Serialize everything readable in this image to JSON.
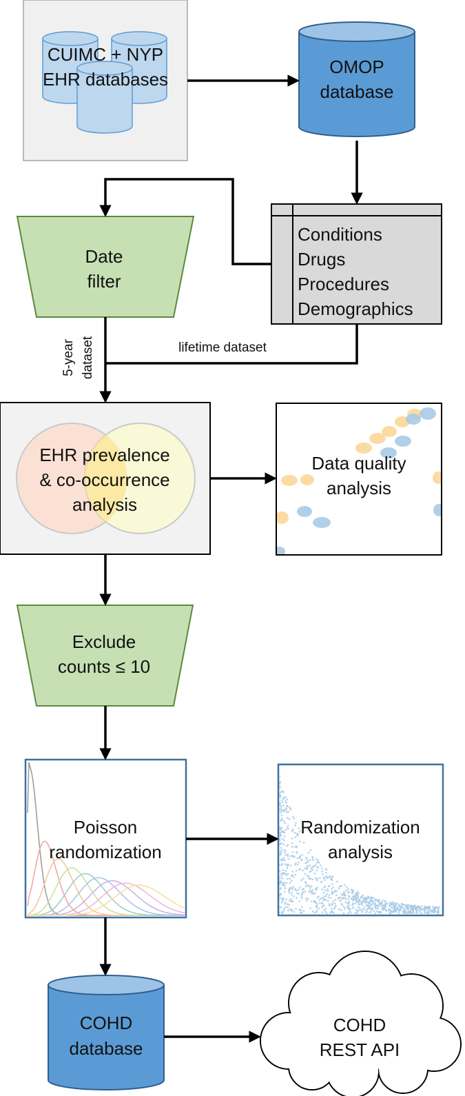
{
  "source_box": {
    "line1": "CUIMC + NYP",
    "line2": "EHR databases"
  },
  "omop_db": {
    "line1": "OMOP",
    "line2": "database"
  },
  "omop_tables": {
    "items": [
      "Conditions",
      "Drugs",
      "Procedures",
      "Demographics"
    ]
  },
  "date_filter": {
    "line1": "Date",
    "line2": "filter"
  },
  "edge_labels": {
    "five_year_line1": "5-year",
    "five_year_line2": "dataset",
    "lifetime": "lifetime dataset"
  },
  "prevalence": {
    "line1": "EHR prevalence",
    "line2": "& co-occurrence",
    "line3": "analysis"
  },
  "data_quality": {
    "line1": "Data quality",
    "line2": "analysis"
  },
  "exclude": {
    "line1": "Exclude",
    "line2": "counts ≤ 10"
  },
  "poisson": {
    "line1": "Poisson",
    "line2": "randomization"
  },
  "randomization_analysis": {
    "line1": "Randomization",
    "line2": "analysis"
  },
  "cohd_db": {
    "line1": "COHD",
    "line2": "database"
  },
  "cohd_api": {
    "line1": "COHD",
    "line2": "REST API"
  },
  "colors": {
    "db_blue": "#5b9bd5",
    "db_blue_dark": "#2e5f8f",
    "filter_green": "#c6e0b4",
    "filter_green_dark": "#5a8a3c",
    "table_gray": "#d9d9d9",
    "panel_gray": "#f2f2f2"
  }
}
